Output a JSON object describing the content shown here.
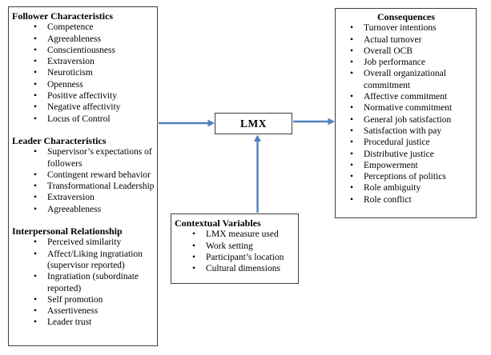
{
  "diagram": {
    "antecedents": {
      "sections": [
        {
          "title": "Follower Characteristics",
          "items": [
            "Competence",
            "Agreeableness",
            "Conscientiousness",
            "Extraversion",
            "Neuroticism",
            "Openness",
            "Positive affectivity",
            "Negative affectivity",
            "Locus of Control"
          ]
        },
        {
          "title": "Leader Characteristics",
          "items": [
            "Supervisor’s expectations of followers",
            "Contingent reward behavior",
            "Transformational Leadership",
            "Extraversion",
            "Agreeableness"
          ]
        },
        {
          "title": "Interpersonal Relationship",
          "items": [
            "Perceived similarity",
            "Affect/Liking ingratiation (supervisor reported)",
            "Ingratiation (subordinate reported)",
            "Self promotion",
            "Assertiveness",
            "Leader trust"
          ]
        }
      ]
    },
    "lmx": {
      "label": "LMX"
    },
    "contextual": {
      "title": "Contextual Variables",
      "items": [
        "LMX measure used",
        "Work setting",
        "Participant’s location",
        "Cultural dimensions"
      ]
    },
    "consequences": {
      "title": "Consequences",
      "items": [
        "Turnover intentions",
        "Actual turnover",
        "Overall OCB",
        "Job performance",
        "Overall organizational commitment",
        "Affective commitment",
        "Normative commitment",
        "General job satisfaction",
        "Satisfaction with pay",
        "Procedural justice",
        "Distributive justice",
        "Empowerment",
        "Perceptions of politics",
        "Role ambiguity",
        "Role conflict"
      ]
    },
    "colors": {
      "arrow": "#4f81bd",
      "border": "#3f3f3f",
      "text": "#000000",
      "background": "#ffffff"
    }
  }
}
